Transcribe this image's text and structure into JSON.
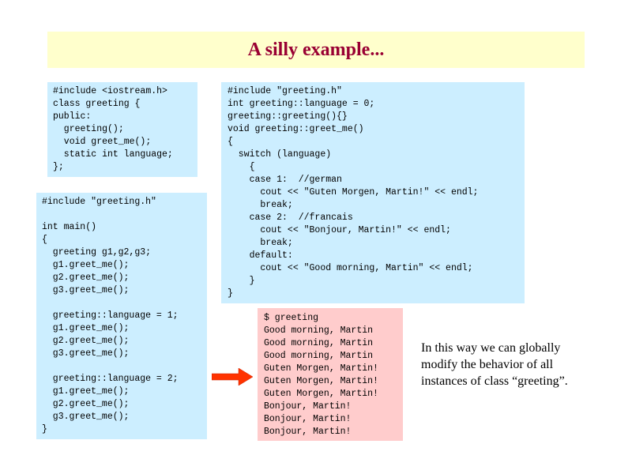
{
  "slide": {
    "title": "A silly example...",
    "header_code": "#include <iostream.h>\nclass greeting {\npublic:\n  greeting();\n  void greet_me();\n  static int language;\n};",
    "impl_code": "#include \"greeting.h\"\nint greeting::language = 0;\ngreeting::greeting(){}\nvoid greeting::greet_me()\n{\n  switch (language)\n    {\n    case 1:  //german\n      cout << \"Guten Morgen, Martin!\" << endl;\n      break;\n    case 2:  //francais\n      cout << \"Bonjour, Martin!\" << endl;\n      break;\n    default:\n      cout << \"Good morning, Martin\" << endl;\n    }\n}",
    "main_code": "#include \"greeting.h\"\n\nint main()\n{\n  greeting g1,g2,g3;\n  g1.greet_me();\n  g2.greet_me();\n  g3.greet_me();\n\n  greeting::language = 1;\n  g1.greet_me();\n  g2.greet_me();\n  g3.greet_me();\n\n  greeting::language = 2;\n  g1.greet_me();\n  g2.greet_me();\n  g3.greet_me();\n}",
    "output_text": "$ greeting\nGood morning, Martin\nGood morning, Martin\nGood morning, Martin\nGuten Morgen, Martin!\nGuten Morgen, Martin!\nGuten Morgen, Martin!\nBonjour, Martin!\nBonjour, Martin!\nBonjour, Martin!",
    "note_lines": [
      "In this way we can globally",
      "modify the behavior of all",
      "instances of class “greeting”."
    ],
    "arrow_icon": "right-arrow-icon"
  },
  "colors": {
    "title_background": "#ffffcc",
    "title_text": "#990033",
    "code_background": "#cceeff",
    "output_background": "#ffcccc",
    "arrow": "#ff3300"
  }
}
